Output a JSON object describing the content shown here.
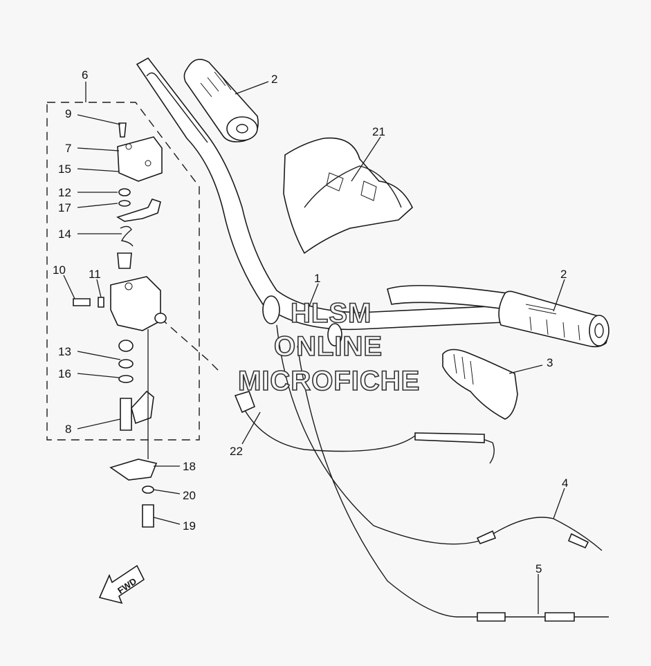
{
  "callouts": {
    "c1": "1",
    "c2a": "2",
    "c2b": "2",
    "c3": "3",
    "c4": "4",
    "c5": "5",
    "c6": "6",
    "c7": "7",
    "c8": "8",
    "c9": "9",
    "c10": "10",
    "c11": "11",
    "c12": "12",
    "c13": "13",
    "c14": "14",
    "c15": "15",
    "c16": "16",
    "c17": "17",
    "c18": "18",
    "c19": "19",
    "c20": "20",
    "c21": "21",
    "c22": "22"
  },
  "watermark": {
    "line1": "HLSM",
    "line2": "ONLINE",
    "line3": "MICROFICHE"
  },
  "fwd_label": "FWD"
}
